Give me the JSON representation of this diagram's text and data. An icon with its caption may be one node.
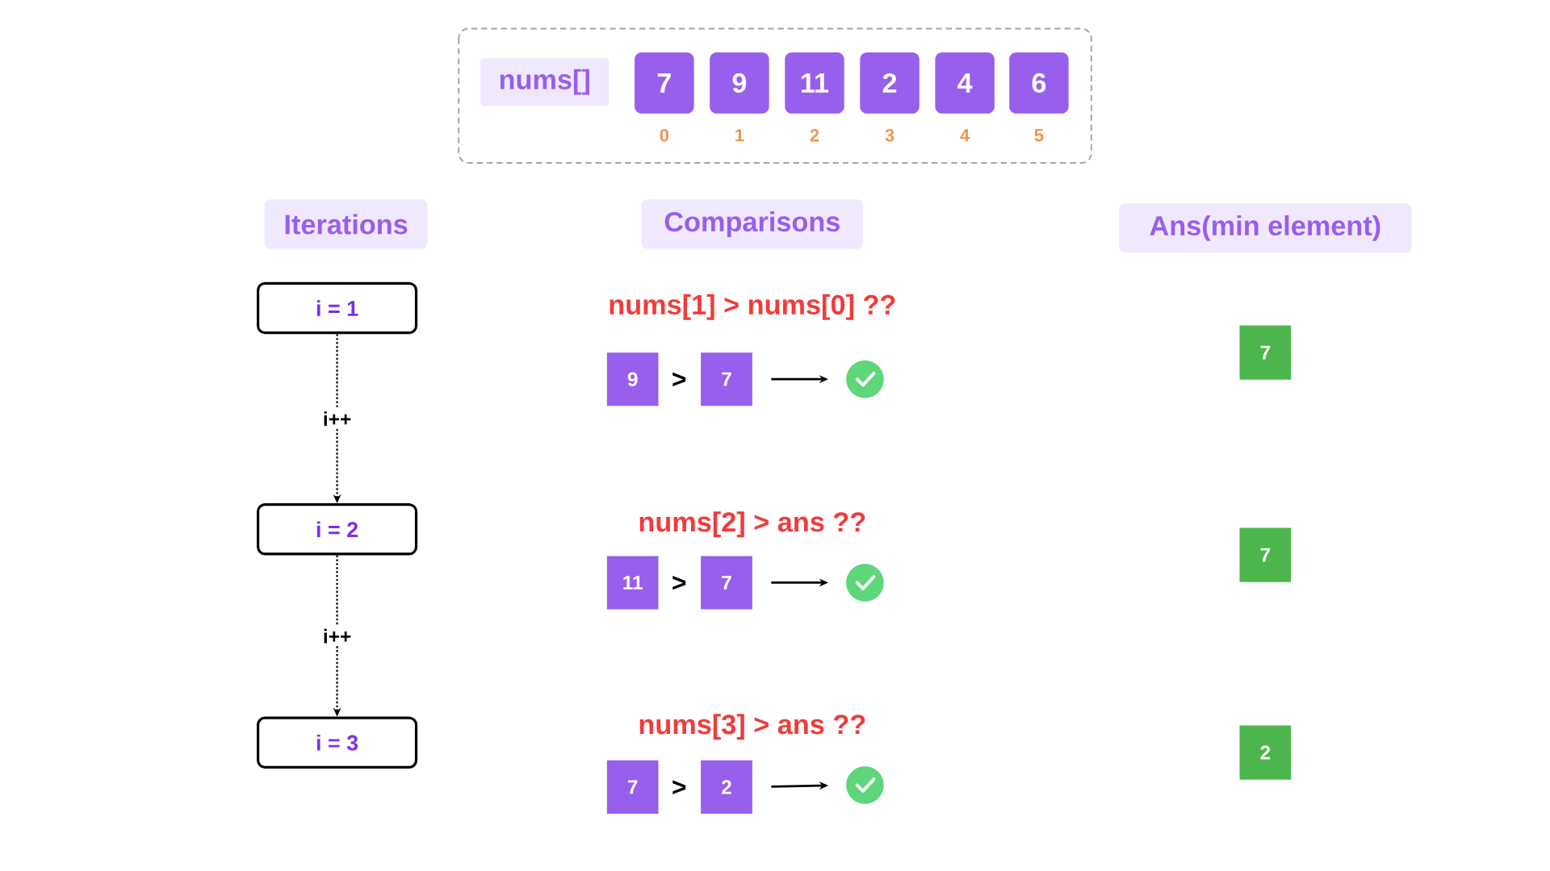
{
  "diagram": {
    "nodes": [
      {
        "text": [
          "nums[]"
        ]
      },
      {
        "text": [
          "7"
        ],
        "beside": [
          "0"
        ]
      },
      {
        "text": [
          "9"
        ],
        "beside": [
          "1"
        ]
      },
      {
        "text": [
          "11"
        ],
        "beside": [
          "2"
        ]
      },
      {
        "text": [
          "2"
        ],
        "beside": [
          "3"
        ]
      },
      {
        "text": [
          "4"
        ],
        "beside": [
          "4"
        ]
      },
      {
        "text": [
          "6"
        ],
        "beside": [
          "5"
        ]
      },
      {
        "text": [
          "Iterations"
        ]
      },
      {
        "text": [
          "Comparisons"
        ]
      },
      {
        "text": [
          "Ans(min element)"
        ]
      },
      {
        "text": [
          "i = 1"
        ]
      },
      {
        "text": [
          "9"
        ]
      },
      {
        "text": [
          "7"
        ]
      },
      {
        "text": [],
        "shape": "circle"
      },
      {
        "text": [
          "7"
        ]
      },
      {
        "text": [
          "i = 2"
        ]
      },
      {
        "text": [
          "11"
        ]
      },
      {
        "text": [
          "7"
        ]
      },
      {
        "text": [],
        "shape": "circle"
      },
      {
        "text": [
          "7"
        ]
      },
      {
        "text": [
          "i = 3"
        ]
      },
      {
        "text": [
          "7"
        ]
      },
      {
        "text": [
          "2"
        ]
      },
      {
        "text": [],
        "shape": "circle"
      },
      {
        "text": [
          "2"
        ]
      }
    ],
    "edges": [
      {
        "from": 10,
        "to": 15,
        "arrow": "to",
        "label": "i++",
        "style": "dashed"
      },
      {
        "from": 15,
        "to": 20,
        "arrow": "to",
        "label": "i++",
        "style": "dashed"
      },
      {
        "from": 12,
        "to": 13,
        "arrow": "to"
      },
      {
        "from": 17,
        "to": 18,
        "arrow": "to"
      },
      {
        "from": 22,
        "to": 23,
        "arrow": "to"
      }
    ],
    "labels": [
      "nums[1] > nums[0] ??",
      ">",
      "nums[2] > ans ??",
      ">",
      "nums[3] > ans ??",
      ">"
    ]
  }
}
